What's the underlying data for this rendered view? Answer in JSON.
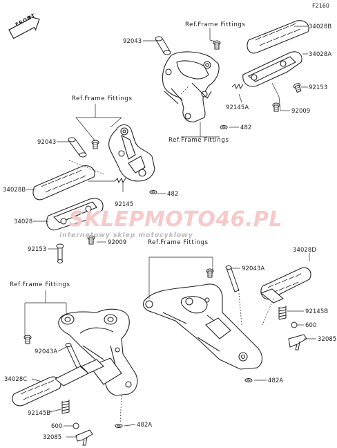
{
  "diagram_code": "F2160",
  "front_label": "FRONT",
  "watermark": {
    "main": "SKLEPMOTO46.PL",
    "sub": "internetowy sklep motocyklowy"
  },
  "refs": {
    "top": "Ref.Frame Fittings",
    "mid_left": "Ref.Frame Fittings",
    "top_bottom": "Ref.Frame Fittings",
    "lower_right": "Ref.Frame Fittings",
    "lower_left": "Ref.Frame Fittings"
  },
  "parts": {
    "p92043_top": "92043",
    "p34028B_top": "34028B",
    "p34028A": "34028A",
    "p92153_top": "92153",
    "p92145A": "92145A",
    "p92009_top": "92009",
    "p482_top": "482",
    "p92043_mid": "92043",
    "p34028B_mid": "34028B",
    "p92145": "92145",
    "p482_mid": "482",
    "p34028": "34028",
    "p92009_mid": "92009",
    "p92153_mid": "92153",
    "p92043A_right": "92043A",
    "p34028D": "34028D",
    "p92145B_right": "92145B",
    "p600_right": "600",
    "p32085_right": "32085",
    "p482A_right": "482A",
    "p92043A_left": "92043A",
    "p34028C": "34028C",
    "p92145B_left": "92145B",
    "p600_left": "600",
    "p32085_left": "32085",
    "p482A_left": "482A"
  }
}
